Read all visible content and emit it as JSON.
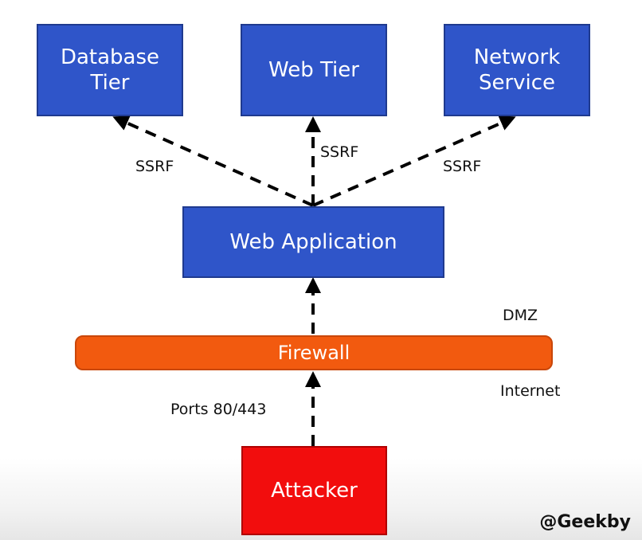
{
  "nodes": {
    "database_tier": "Database\nTier",
    "web_tier": "Web Tier",
    "network_service": "Network\nService",
    "web_application": "Web Application",
    "firewall": "Firewall",
    "attacker": "Attacker"
  },
  "edge_labels": {
    "ssrf_left": "SSRF",
    "ssrf_center": "SSRF",
    "ssrf_right": "SSRF",
    "ports": "Ports 80/443"
  },
  "zones": {
    "dmz": "DMZ",
    "internet": "Internet"
  },
  "watermark": "@Geekby",
  "colors": {
    "node_blue": "#2f55c9",
    "firewall_orange": "#f25a0f",
    "attacker_red": "#f20d0d",
    "arrow": "#000000"
  }
}
